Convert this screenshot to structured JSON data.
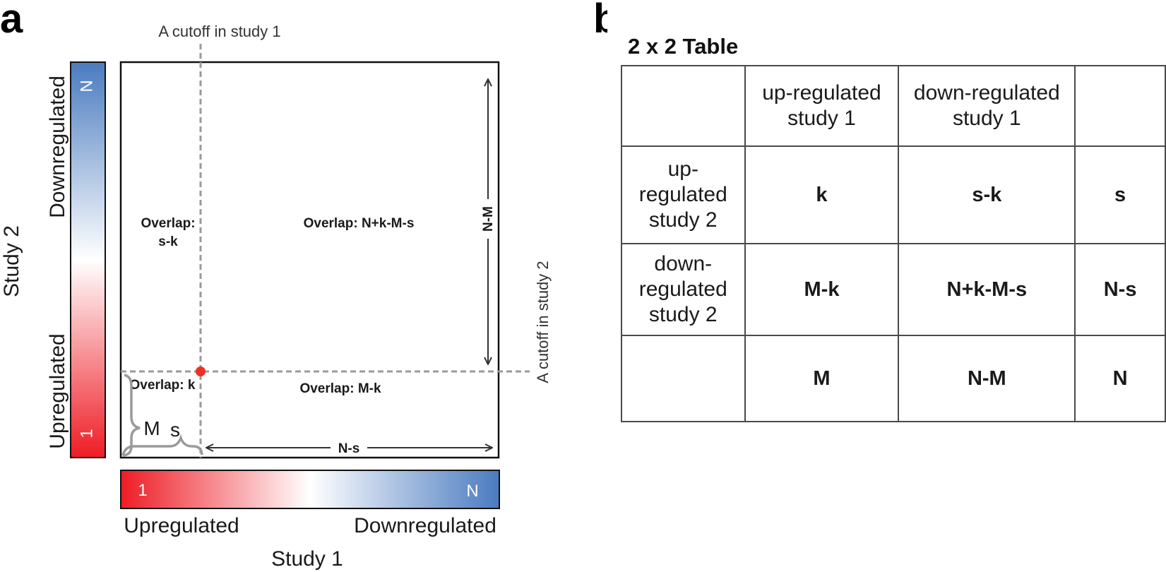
{
  "panel_a": {
    "letter": "a",
    "cutoff_study1": "A cutoff in study 1",
    "cutoff_study2": "A cutoff in study 2",
    "study2_label": "Study 2",
    "study1_label": "Study 1",
    "vertical_bar": {
      "top_label": "Downregulated",
      "bottom_label": "Upregulated",
      "top_number": "N",
      "bottom_number": "1"
    },
    "horizontal_bar": {
      "left_label": "Upregulated",
      "right_label": "Downregulated",
      "left_number": "1",
      "right_number": "N"
    },
    "overlap_sk_line1": "Overlap:",
    "overlap_sk_line2": "s-k",
    "overlap_nkms": "Overlap: N+k-M-s",
    "overlap_k": "Overlap: k",
    "overlap_mk": "Overlap: M-k",
    "arrow_nm": "N-M",
    "arrow_ns": "N-s",
    "brace_m": "M",
    "brace_s": "s",
    "colors": {
      "up": "#ee1c25",
      "down": "#4a7bc0",
      "cutoff_point": "#ee3124",
      "dashed": "#9a9a9a"
    }
  },
  "panel_b": {
    "letter": "b",
    "title": "2 x 2 Table",
    "header": [
      "",
      "up-regulated study 1",
      "down-regulated study 1",
      ""
    ],
    "rows": [
      {
        "label": "up-regulated study 2",
        "cells": [
          "k",
          "s-k",
          "s"
        ]
      },
      {
        "label": "down-regulated study 2",
        "cells": [
          "M-k",
          "N+k-M-s",
          "N-s"
        ]
      },
      {
        "label": "",
        "cells": [
          "M",
          "N-M",
          "N"
        ]
      }
    ]
  }
}
